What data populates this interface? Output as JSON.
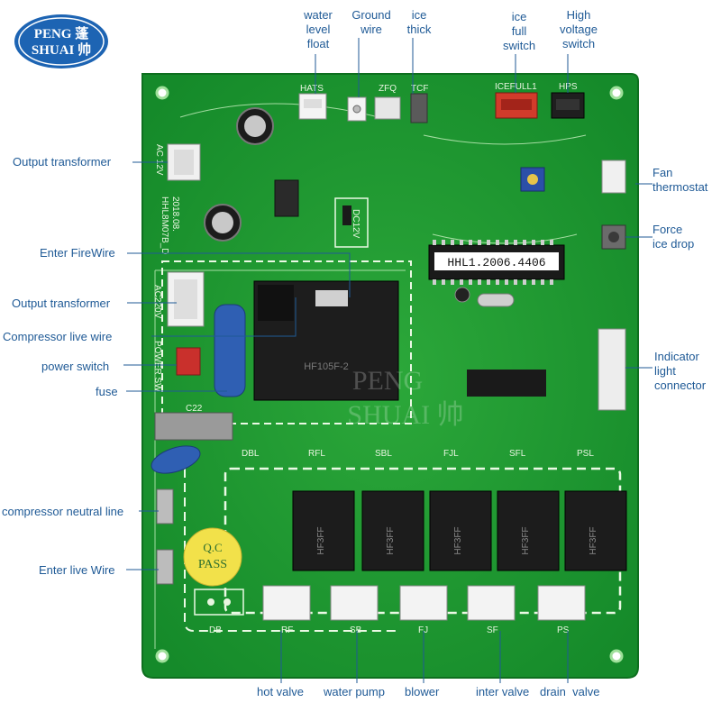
{
  "logo": {
    "line1": "PENG 蓬",
    "line2": "SHUAI 帅"
  },
  "callouts": {
    "water_level_float": "water\nlevel\nfloat",
    "ground_wire": "Ground\nwire",
    "ice_thick": "ice\nthick",
    "ice_full_switch": "ice\nfull\nswitch",
    "high_voltage_switch": "High\nvoltage\nswitch",
    "output_transformer_top": "Output transformer",
    "fan_thermostat": "Fan\nthermostat",
    "force_ice_drop": "Force\nice drop",
    "enter_firewire": "Enter FireWire",
    "output_transformer_mid": "Output transformer",
    "compressor_live_wire": "Compressor live wire",
    "power_switch": "power switch",
    "fuse": "fuse",
    "indicator_light_connector": "Indicator\nlight\nconnector",
    "compressor_neutral_line": "compressor neutral line",
    "enter_live_wire": "Enter live Wire",
    "hot_valve": "hot valve",
    "water_pump": "water pump",
    "blower": "blower",
    "inter_valve": "inter valve",
    "drain_valve": "drain  valve"
  },
  "board": {
    "chip_label": "HHL1.2006.4406",
    "qc_line1": "Q.C",
    "qc_line2": "PASS",
    "model": "HHL8M07B_D",
    "date": "2018.08.",
    "dc_label": "DC12V",
    "ac_label": "AC 12V",
    "ac220_label": "AC220V",
    "power_label": "POWER SW",
    "watermark_line1": "PENG",
    "watermark_line2": "SHUAI 帅",
    "silk": {
      "hats": "HATS",
      "zfq": "ZFQ",
      "tcf": "TCF",
      "icefull": "ICEFULL1",
      "hps": "HPS",
      "dbl": "DBL",
      "rfl": "RFL",
      "sbl": "SBL",
      "fjl": "FJL",
      "sfl": "SFL",
      "psl": "PSL",
      "rf": "RF",
      "sb": "SB",
      "fj": "FJ",
      "sf": "SF",
      "ps": "PS",
      "db": "DB",
      "c22": "C22",
      "relay_big": "HF105F-2",
      "relay_small": "HF3FF"
    }
  }
}
